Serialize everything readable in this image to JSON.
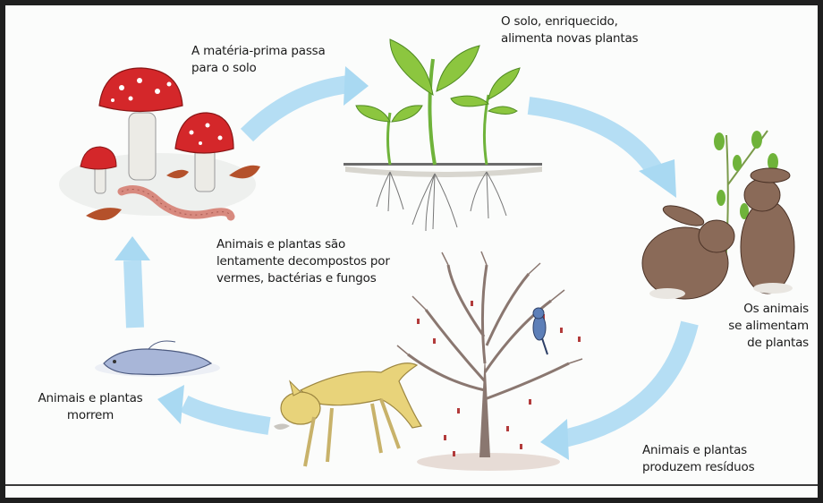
{
  "stages": {
    "soil_intake": "A matéria-prima passa\npara o solo",
    "new_plants": "O solo, enriquecido,\nalimenta novas plantas",
    "herbivores": "Os animais\nse alimentam\nde plantas",
    "waste": "Animais e plantas\nproduzem resíduos",
    "death": "Animais e plantas\nmorrem",
    "decomposition": "Animais e plantas são\nlentamente decompostos por\nvermes, bactérias e fungos"
  },
  "icons": {
    "mushrooms": "mushroom-icon",
    "worm": "earthworm-icon",
    "seedlings": "seedling-icon",
    "rabbits": "rabbit-icon",
    "tree": "bare-tree-icon",
    "bird": "bird-icon",
    "fox": "fox-icon",
    "dead_animal": "dead-animal-icon"
  },
  "colors": {
    "arrow": "#a9d9f2",
    "mushroom_cap": "#d4272a",
    "leaf": "#8cc63f",
    "rabbit": "#8a6a58",
    "fox": "#e8d37a",
    "bird": "#5d7fb8",
    "dead_animal": "#a8b6d8"
  }
}
